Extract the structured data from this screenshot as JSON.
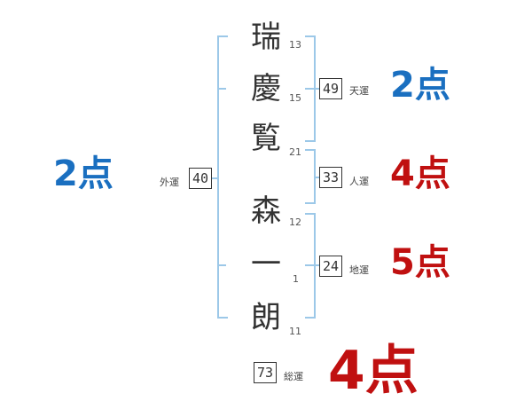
{
  "name": {
    "chars": [
      {
        "char": "瑞",
        "strokes": "13"
      },
      {
        "char": "慶",
        "strokes": "15"
      },
      {
        "char": "覧",
        "strokes": "21"
      },
      {
        "char": "森",
        "strokes": "12"
      },
      {
        "char": "一",
        "strokes": "1"
      },
      {
        "char": "朗",
        "strokes": "11"
      }
    ]
  },
  "fortunes": {
    "tenkaku": {
      "label": "天運",
      "value": "49",
      "score": "2点",
      "color": "#1a6fc0"
    },
    "jinkaku": {
      "label": "人運",
      "value": "33",
      "score": "4点",
      "color": "#c01010"
    },
    "chikaku": {
      "label": "地運",
      "value": "24",
      "score": "5点",
      "color": "#c01010"
    },
    "gaikaku": {
      "label": "外運",
      "value": "40",
      "score": "2点",
      "color": "#1a6fc0"
    },
    "soukaku": {
      "label": "総運",
      "value": "73",
      "score": "4点",
      "color": "#c01010"
    }
  }
}
